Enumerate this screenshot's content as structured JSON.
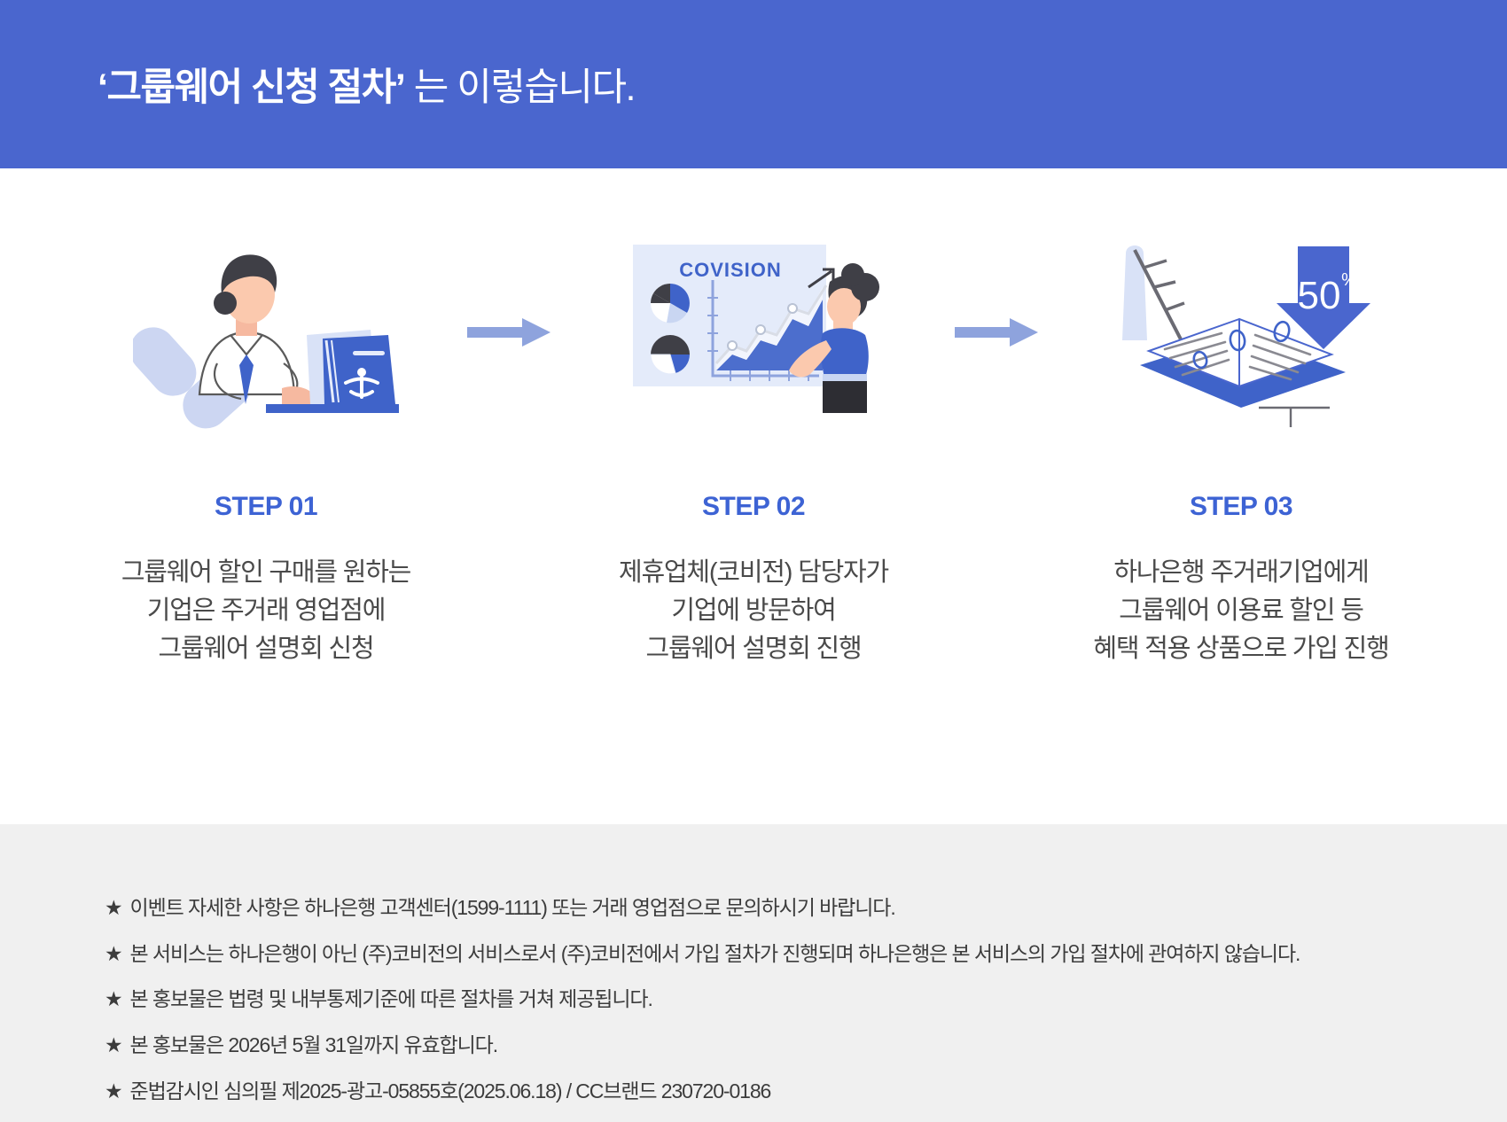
{
  "header": {
    "title_quoted": "‘그룹웨어 신청 절차’",
    "title_rest": " 는 이렇습니다.",
    "background_color": "#4a66ce",
    "text_color": "#ffffff"
  },
  "steps": [
    {
      "label": "STEP 01",
      "illustration": "person-at-laptop-with-phone",
      "desc_line1": "그룹웨어 할인 구매를 원하는",
      "desc_line2": "기업은 주거래 영업점에",
      "desc_line3": "그룹웨어 설명회 신청"
    },
    {
      "label": "STEP 02",
      "illustration": "presentation-charts-with-presenter",
      "brand_logo": "COVISION",
      "desc_line1": "제휴업체(코비전) 담당자가",
      "desc_line2": "기업에 방문하여",
      "desc_line3": "그룹웨어 설명회 진행"
    },
    {
      "label": "STEP 03",
      "illustration": "open-book-with-discount-arrow",
      "discount_badge": "50",
      "discount_unit": "%",
      "desc_line1": "하나은행 주거래기업에게",
      "desc_line2": "그룹웨어 이용료 할인 등",
      "desc_line3": "혜택 적용 상품으로 가입 진행"
    }
  ],
  "arrows": {
    "icon": "arrow-right-icon",
    "color": "#8ea3dd",
    "count": 2
  },
  "footer": {
    "bullet": "★",
    "notes": [
      "이벤트 자세한 사항은 하나은행 고객센터(1599-1111) 또는 거래 영업점으로 문의하시기 바랍니다.",
      "본 서비스는 하나은행이 아닌 (주)코비전의 서비스로서 (주)코비전에서 가입 절차가 진행되며 하나은행은 본 서비스의 가입 절차에 관여하지 않습니다.",
      "본 홍보물은 법령 및 내부통제기준에 따른 절차를 거쳐 제공됩니다.",
      "본 홍보물은 2026년 5월 31일까지 유효합니다.",
      "준법감시인 심의필 제2025-광고-05855호(2025.06.18) / CC브랜드 230720-0186"
    ],
    "background_color": "#f0f0f0"
  }
}
